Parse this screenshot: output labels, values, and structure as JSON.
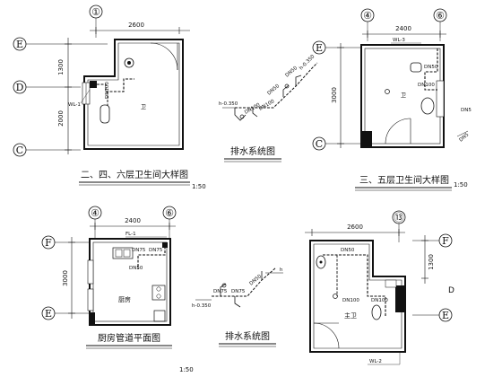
{
  "bubbles": {
    "d1_top": "①",
    "d1_E": "E",
    "d1_D": "D",
    "d1_C": "C",
    "d2_4": "④",
    "d2_6": "⑥",
    "d2_E": "E",
    "d2_C": "C",
    "d3_4": "④",
    "d3_6": "⑥",
    "d3_F": "F",
    "d3_E": "E",
    "d4_13": "⑬",
    "d4_F": "F",
    "d4_E": "E"
  },
  "dims": {
    "d1_width": "2600",
    "d1_h1": "1300",
    "d1_h2": "2000",
    "d2_width": "2400",
    "d2_height": "3000",
    "d3_width": "2400",
    "d3_height": "3000",
    "d4_width": "2600",
    "d4_height": "1300"
  },
  "labels": {
    "d1_wl": "WL-1",
    "d1_dn100": "DN100",
    "d1_wei": "卫",
    "d2_wl": "WL-3",
    "d2_dn50": "DN50",
    "d2_dn100": "DN100",
    "d2_wei": "卫",
    "d2_dn5": "DN5",
    "d2_stub": "DN5",
    "d3_fl": "FL-1",
    "d3_dn75": "DN75",
    "d3_dn75b": "DN75",
    "d3_dn50": "DN50",
    "d3_room": "厨房",
    "d4_dn50": "DN50",
    "d4_dn100a": "DN100",
    "d4_dn100b": "DN100",
    "d4_room": "主卫",
    "d4_wl": "WL-2",
    "d4_side": "D"
  },
  "iso1": {
    "level": "h-0.350",
    "dn1": "DN100",
    "dn2": "DN100",
    "dn3": "DN50",
    "dn4": "DN50",
    "top": "h-0.350"
  },
  "iso2": {
    "level": "h-0.350",
    "dn1": "DN75",
    "dn2": "DN75",
    "dn3": "DN50",
    "top": "h"
  },
  "titles": {
    "t1": "二、四、六层卫生间大样图",
    "t1_scale": "1:50",
    "t2": "三、五层卫生间大样图",
    "t2_scale": "1:50",
    "t3": "排水系统图",
    "t4": "厨房管道平面图",
    "t4_scale": "1:50",
    "t5": "排水系统图"
  }
}
